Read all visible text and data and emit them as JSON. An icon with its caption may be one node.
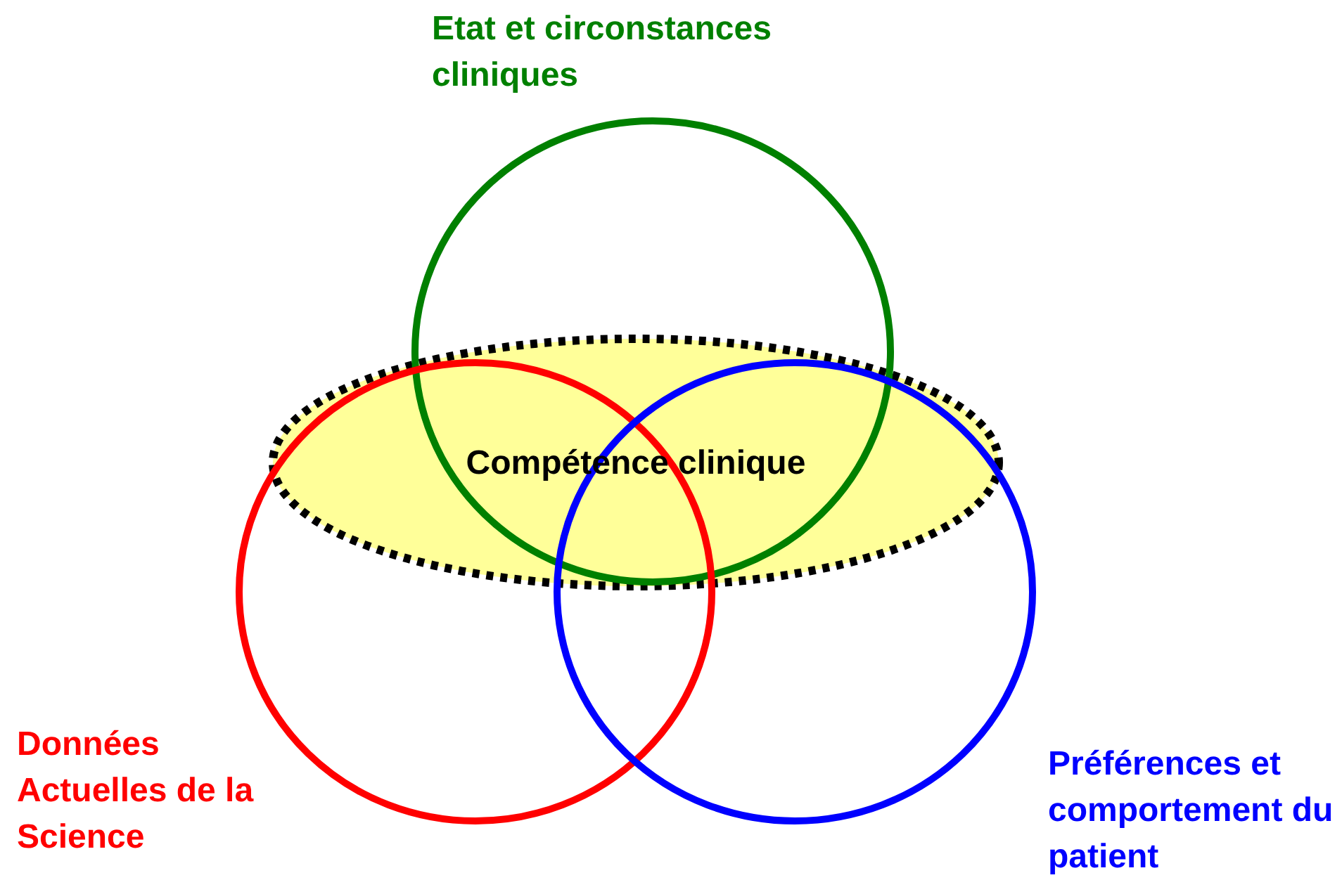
{
  "diagram": {
    "nodes": [
      {
        "text": [
          "Etat et circonstances cliniques"
        ]
      },
      {
        "text": [
          "Compétence clinique"
        ]
      },
      {
        "text": [
          "Données Actuelles de la Science"
        ]
      },
      {
        "text": [
          "Préférences et comportement du patient"
        ]
      }
    ]
  }
}
